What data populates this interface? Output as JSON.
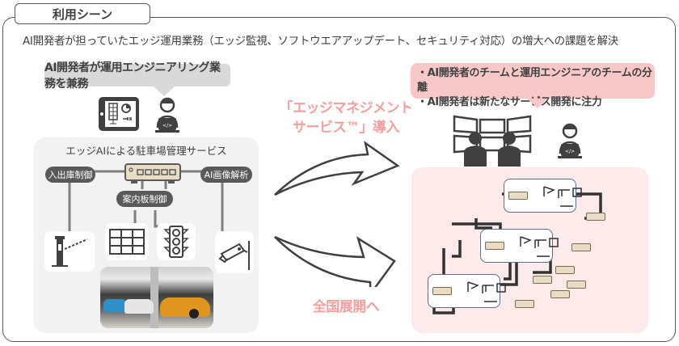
{
  "title": "利用シーン",
  "headline": "AI開発者が担っていたエッジ運用業務（エッジ監視、ソフトウエアアップデート、セキュリティ対応）の増大への課題を解決",
  "left": {
    "callout": "AI開発者が運用エンジニアリング業務を兼務",
    "panel_title": "エッジAIによる駐車場管理サービス",
    "labels": {
      "entry_exit": "入出庫制御",
      "guidance_board": "案内板制御",
      "image_analysis": "AI画像解析"
    },
    "icons": [
      "tablet-dashboard-icon",
      "developer-icon",
      "edge-router-icon",
      "gate-barrier-icon",
      "display-board-icon",
      "traffic-light-icon",
      "security-camera-icon",
      "parking-garage-photo"
    ]
  },
  "center": {
    "intro_line1": "「エッジマネジメント",
    "intro_line2": "サービス™」導入",
    "expand": "全国展開へ"
  },
  "right": {
    "callout_lines": [
      "・AI開発者のチームと運用エンジニアのチームの分離",
      "・AI開発者は新たなサービス開発に注力"
    ]
  },
  "colors": {
    "frame": "#595959",
    "gray_callout": "#d9d9d9",
    "pink_callout": "#f8c8c8",
    "pink_text": "#f4a0a0",
    "pink_panel": "#fdeaea",
    "gray_panel": "#f2f2f2"
  }
}
